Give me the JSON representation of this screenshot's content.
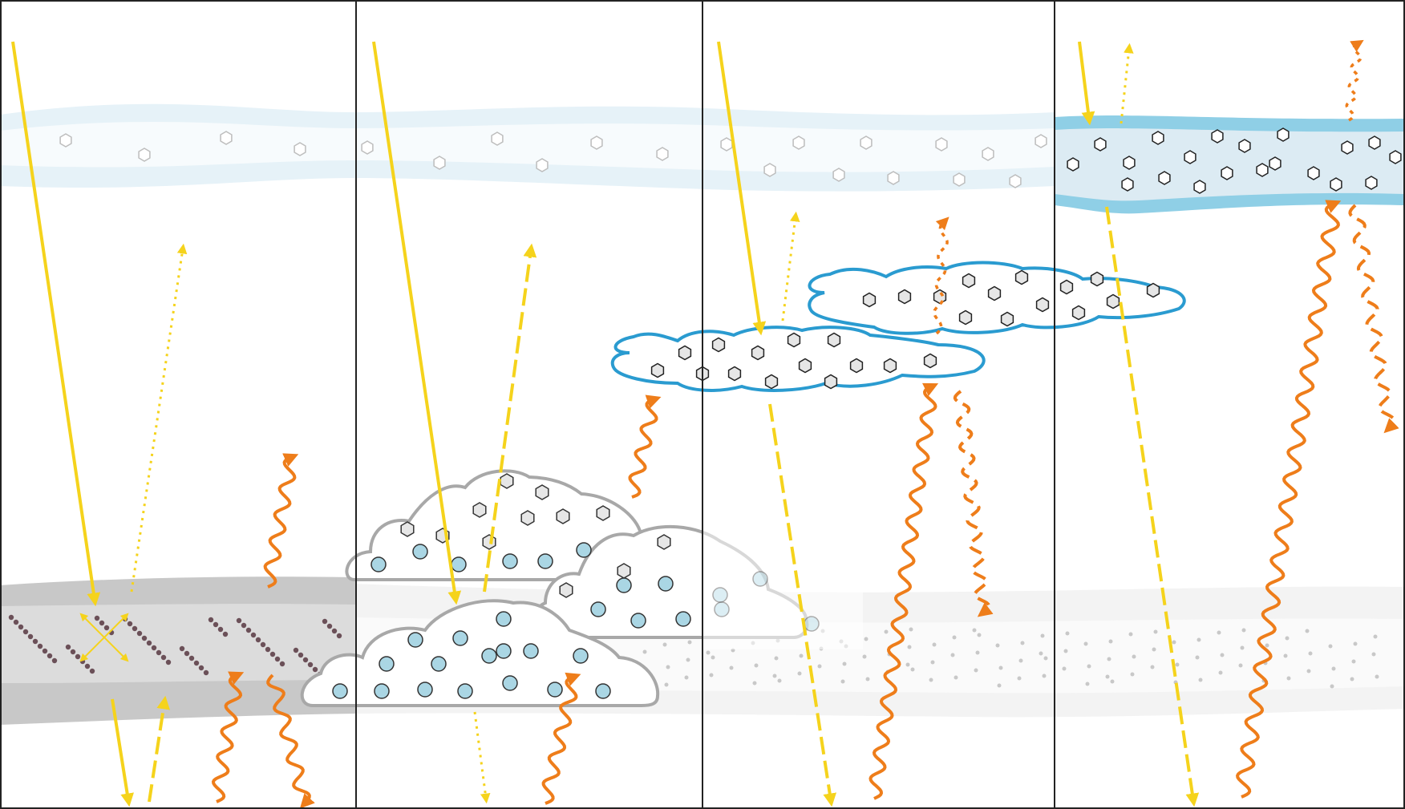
{
  "panels": [
    {
      "id": "panel-1",
      "theme": "aerosol-layer"
    },
    {
      "id": "panel-2",
      "theme": "mixed-phase-clouds"
    },
    {
      "id": "panel-3",
      "theme": "cirrus-clouds"
    },
    {
      "id": "panel-4",
      "theme": "stratospheric-ice-layer"
    }
  ],
  "colors": {
    "shortwave": "#f5d31c",
    "longwave": "#ee7d1a",
    "cloud_outline_ice": "#2a9bd0",
    "cloud_outline_mixed": "#a8a8a8",
    "liquid_droplet": "#aad6e4",
    "ice_crystal_fill": "#e6e6e6",
    "upper_layer_faint": "#e6f2f8",
    "upper_layer_strong": "#8fcfe6",
    "aerosol_band": "#c8c8c8",
    "aerosol_core": "#dcdcdc",
    "aerosol_particle": "#6b5058",
    "frame": "#222222"
  },
  "legend_styles": {
    "solid": "incoming",
    "dotted": "reflected",
    "dashed": "transmitted",
    "wavy": "thermal"
  },
  "icons": [
    "hexagon-ice-crystal-icon",
    "circle-droplet-icon",
    "dot-aerosol-icon",
    "arrowhead-icon"
  ]
}
